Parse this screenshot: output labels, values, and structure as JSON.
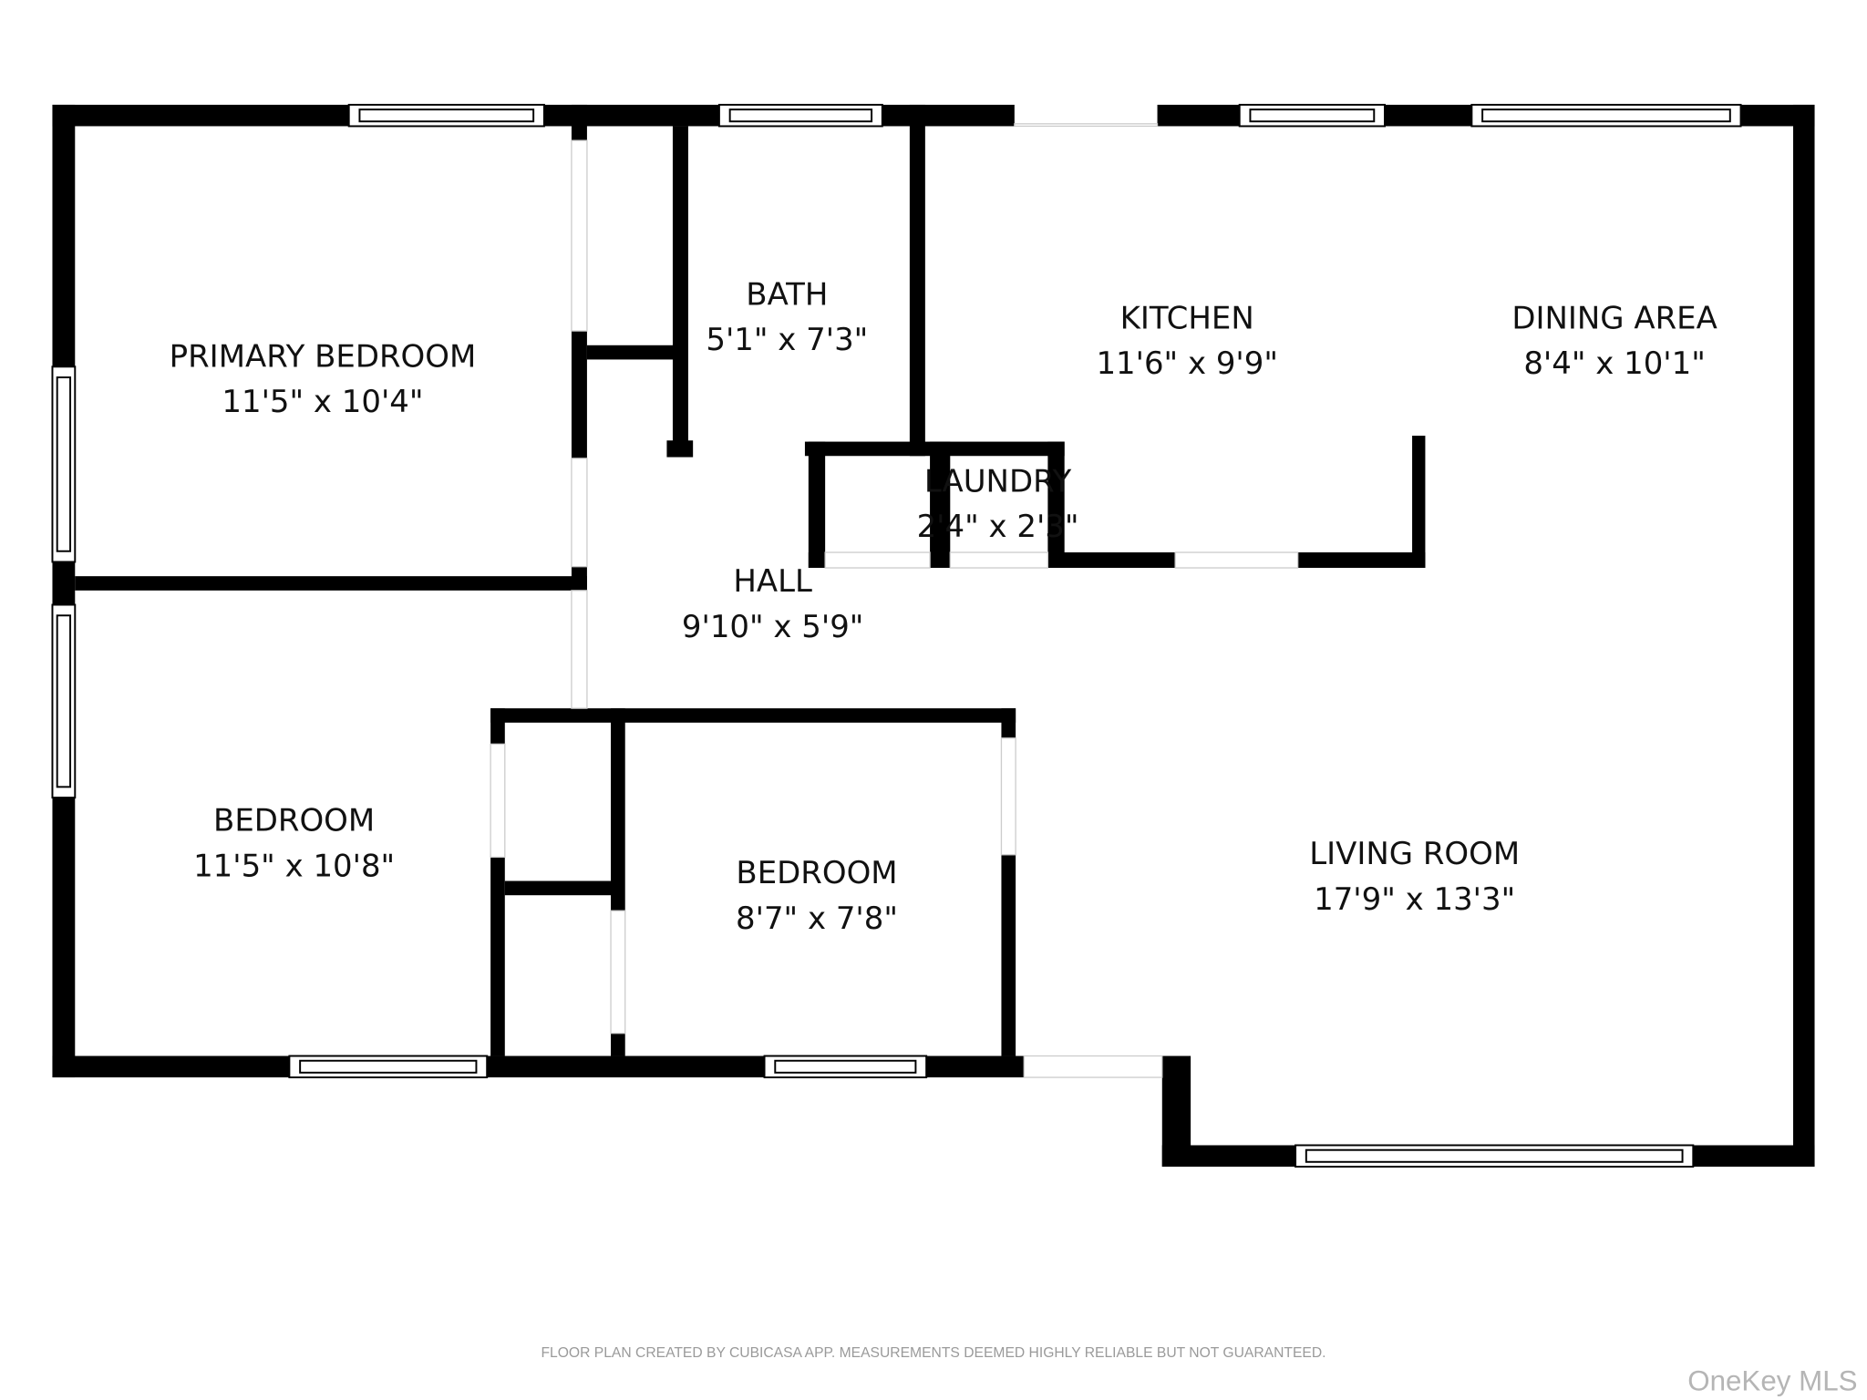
{
  "rooms": [
    {
      "name": "PRIMARY BEDROOM",
      "size": "11'5\" x 10'4\""
    },
    {
      "name": "BATH",
      "size": "5'1\" x 7'3\""
    },
    {
      "name": "KITCHEN",
      "size": "11'6\" x 9'9\""
    },
    {
      "name": "DINING AREA",
      "size": "8'4\" x 10'1\""
    },
    {
      "name": "LAUNDRY",
      "size": "2'4\" x 2'3\""
    },
    {
      "name": "HALL",
      "size": "9'10\" x 5'9\""
    },
    {
      "name": "BEDROOM",
      "size": "11'5\" x 10'8\""
    },
    {
      "name": "BEDROOM",
      "size": "8'7\" x 7'8\""
    },
    {
      "name": "LIVING ROOM",
      "size": "17'9\" x 13'3\""
    }
  ],
  "footer": {
    "disclaimer": "FLOOR PLAN CREATED BY CUBICASA APP. MEASUREMENTS DEEMED HIGHLY RELIABLE BUT NOT GUARANTEED.",
    "watermark": "OneKey MLS"
  },
  "colors": {
    "wall": "#000000",
    "background": "#ffffff",
    "footer_text": "#9a9a9a"
  }
}
